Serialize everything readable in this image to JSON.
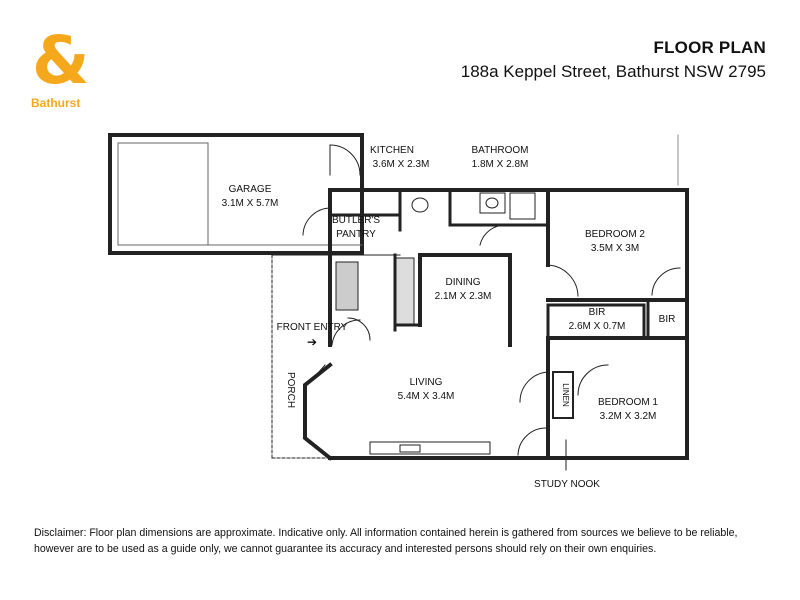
{
  "brand": {
    "logo_symbol": "&",
    "logo_text": "Bathurst",
    "color": "#f5a81c"
  },
  "header": {
    "title": "FLOOR PLAN",
    "address": "188a Keppel Street, Bathurst NSW 2795"
  },
  "rooms": {
    "garage": {
      "name": "GARAGE",
      "size": "3.1M X 5.7M"
    },
    "kitchen": {
      "name": "KITCHEN",
      "size": "3.6M X 2.3M"
    },
    "bathroom": {
      "name": "BATHROOM",
      "size": "1.8M X 2.8M"
    },
    "butlers_pantry": {
      "name_line1": "BUTLER'S",
      "name_line2": "PANTRY"
    },
    "bedroom2": {
      "name": "BEDROOM 2",
      "size": "3.5M X 3M"
    },
    "dining": {
      "name": "DINING",
      "size": "2.1M X 2.3M"
    },
    "bir_center": {
      "name": "BIR",
      "size": "2.6M X 0.7M"
    },
    "bir_right": {
      "name": "BIR"
    },
    "front_entry": {
      "name": "FRONT ENTRY",
      "arrow": "➔"
    },
    "porch": {
      "name": "PORCH"
    },
    "living": {
      "name": "LIVING",
      "size": "5.4M X 3.4M"
    },
    "linen": {
      "name": "LINEN"
    },
    "bedroom1": {
      "name": "BEDROOM 1",
      "size": "3.2M X 3.2M"
    },
    "study_nook": {
      "name": "STUDY NOOK"
    }
  },
  "disclaimer": {
    "line1": "Disclaimer: Floor plan dimensions are approximate. Indicative only. All information contained herein is gathered from sources we believe to be reliable,",
    "line2": "however are to be used as a guide only, we cannot guarantee its accuracy and interested persons should rely on their own enquiries."
  }
}
